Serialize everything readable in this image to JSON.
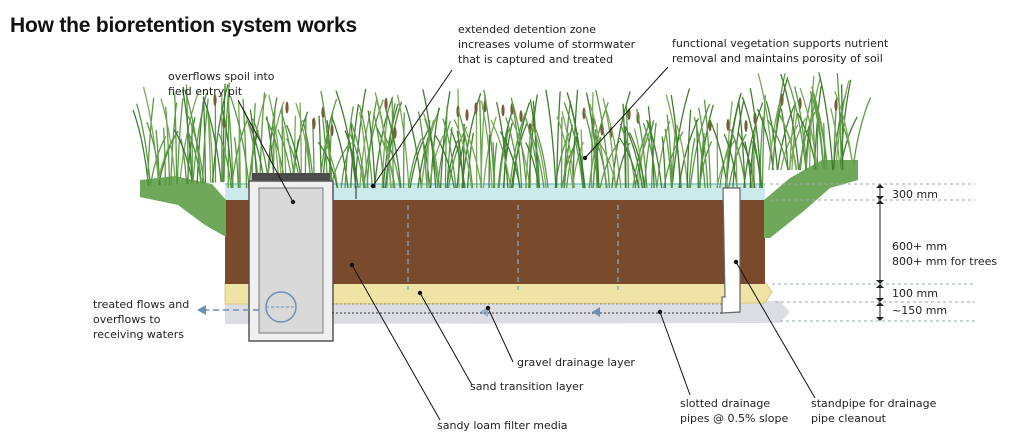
{
  "title": "How the bioretention system works",
  "labels": {
    "overflow": [
      "overflows spoil into",
      "field entry pit"
    ],
    "detention": [
      "extended detention zone",
      "increases volume of stormwater",
      "that is captured and treated"
    ],
    "vegetation": [
      "functional vegetation supports nutrient",
      "removal and maintains porosity of soil"
    ],
    "treated": [
      "treated flows and",
      "overflows to",
      "receiving waters"
    ],
    "gravel": [
      "gravel drainage layer"
    ],
    "sand": [
      "sand transition layer"
    ],
    "filter": [
      "sandy loam filter media"
    ],
    "pipes": [
      "slotted drainage",
      "pipes @ 0.5% slope"
    ],
    "standpipe": [
      "standpipe for drainage",
      "pipe cleanout"
    ]
  },
  "dimensions": {
    "extended_detention": "300 mm",
    "filter_depth": [
      "600+ mm",
      "800+ mm for trees"
    ],
    "transition": "100 mm",
    "drainage": "~150 mm"
  },
  "colors": {
    "soil": "#7a4a2c",
    "sand": "#efe3a6",
    "gravel": "#dcdde3",
    "grass": "#4f8f3a",
    "embankment": "#6fa85a",
    "water": "#bfe3e6",
    "pit": "#e6e6e6"
  }
}
